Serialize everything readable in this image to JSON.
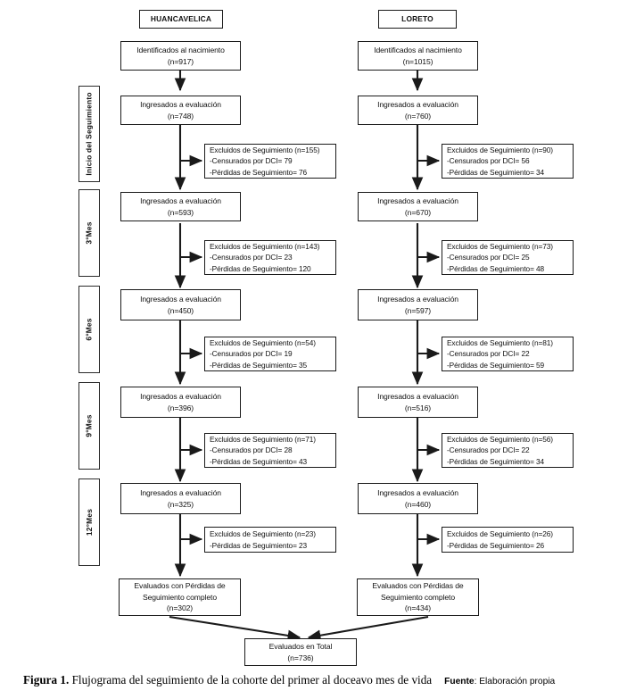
{
  "figure": {
    "caption_label": "Figura 1.",
    "caption_text": " Flujograma del seguimiento de la cohorte del primer al doceavo mes de vida",
    "source_label": "Fuente",
    "source_text": ": Elaboración propia"
  },
  "timeline": {
    "stages": [
      {
        "label": "Inicio del Seguimiento"
      },
      {
        "label": "3°Mes"
      },
      {
        "label": "6°Mes"
      },
      {
        "label": "9°Mes"
      },
      {
        "label": "12°Mes"
      }
    ]
  },
  "columns": [
    {
      "id": "huancavelica",
      "header": "HUANCAVELICA",
      "birth": {
        "line1": "Identificados al nacimiento",
        "line2": "(n=917)"
      },
      "steps": [
        {
          "enrolled": {
            "line1": "Ingresados a evaluación",
            "line2": "(n=748)"
          },
          "excluded": {
            "line1": "Excluidos de Seguimiento (n=155)",
            "line2": "-Censurados por DCI= 79",
            "line3": "-Pérdidas de Seguimiento= 76"
          }
        },
        {
          "enrolled": {
            "line1": "Ingresados a evaluación",
            "line2": "(n=593)"
          },
          "excluded": {
            "line1": "Excluidos de Seguimiento (n=143)",
            "line2": "-Censurados por DCI= 23",
            "line3": "-Pérdidas de Seguimiento= 120"
          }
        },
        {
          "enrolled": {
            "line1": "Ingresados a evaluación",
            "line2": "(n=450)"
          },
          "excluded": {
            "line1": "Excluidos de Seguimiento (n=54)",
            "line2": "-Censurados por DCI= 19",
            "line3": "-Pérdidas de Seguimiento= 35"
          }
        },
        {
          "enrolled": {
            "line1": "Ingresados a evaluación",
            "line2": "(n=396)"
          },
          "excluded": {
            "line1": "Excluidos de Seguimiento (n=71)",
            "line2": "-Censurados por DCI= 28",
            "line3": "-Pérdidas de Seguimiento= 43"
          }
        },
        {
          "enrolled": {
            "line1": "Ingresados a evaluación",
            "line2": "(n=325)"
          },
          "excluded": {
            "line1": "Excluidos de Seguimiento (n=23)",
            "line2": "-Pérdidas de Seguimiento= 23",
            "line3": ""
          }
        }
      ],
      "final": {
        "line1": "Evaluados con Pérdidas de",
        "line2": "Seguimiento completo",
        "line3": "(n=302)"
      }
    },
    {
      "id": "loreto",
      "header": "LORETO",
      "birth": {
        "line1": "Identificados al nacimiento",
        "line2": "(n=1015)"
      },
      "steps": [
        {
          "enrolled": {
            "line1": "Ingresados a evaluación",
            "line2": "(n=760)"
          },
          "excluded": {
            "line1": "Excluidos de Seguimiento (n=90)",
            "line2": "-Censurados por DCI= 56",
            "line3": "-Pérdidas de Seguimiento= 34"
          }
        },
        {
          "enrolled": {
            "line1": "Ingresados a evaluación",
            "line2": "(n=670)"
          },
          "excluded": {
            "line1": "Excluidos de Seguimiento (n=73)",
            "line2": "-Censurados por DCI= 25",
            "line3": "-Pérdidas de Seguimiento= 48"
          }
        },
        {
          "enrolled": {
            "line1": "Ingresados a evaluación",
            "line2": "(n=597)"
          },
          "excluded": {
            "line1": "Excluidos de Seguimiento (n=81)",
            "line2": "-Censurados por DCI= 22",
            "line3": "-Pérdidas de Seguimiento= 59"
          }
        },
        {
          "enrolled": {
            "line1": "Ingresados a evaluación",
            "line2": "(n=516)"
          },
          "excluded": {
            "line1": "Excluidos de Seguimiento (n=56)",
            "line2": "-Censurados por DCI= 22",
            "line3": "-Pérdidas de Seguimiento= 34"
          }
        },
        {
          "enrolled": {
            "line1": "Ingresados a evaluación",
            "line2": "(n=460)"
          },
          "excluded": {
            "line1": "Excluidos de Seguimiento (n=26)",
            "line2": "-Pérdidas de Seguimiento= 26",
            "line3": ""
          }
        }
      ],
      "final": {
        "line1": "Evaluados con Pérdidas de",
        "line2": "Seguimiento completo",
        "line3": "(n=434)"
      }
    }
  ],
  "total": {
    "line1": "Evaluados en Total",
    "line2": "(n=736)"
  },
  "colors": {
    "stroke": "#1a1a1a",
    "background": "#ffffff",
    "text": "#111111"
  }
}
